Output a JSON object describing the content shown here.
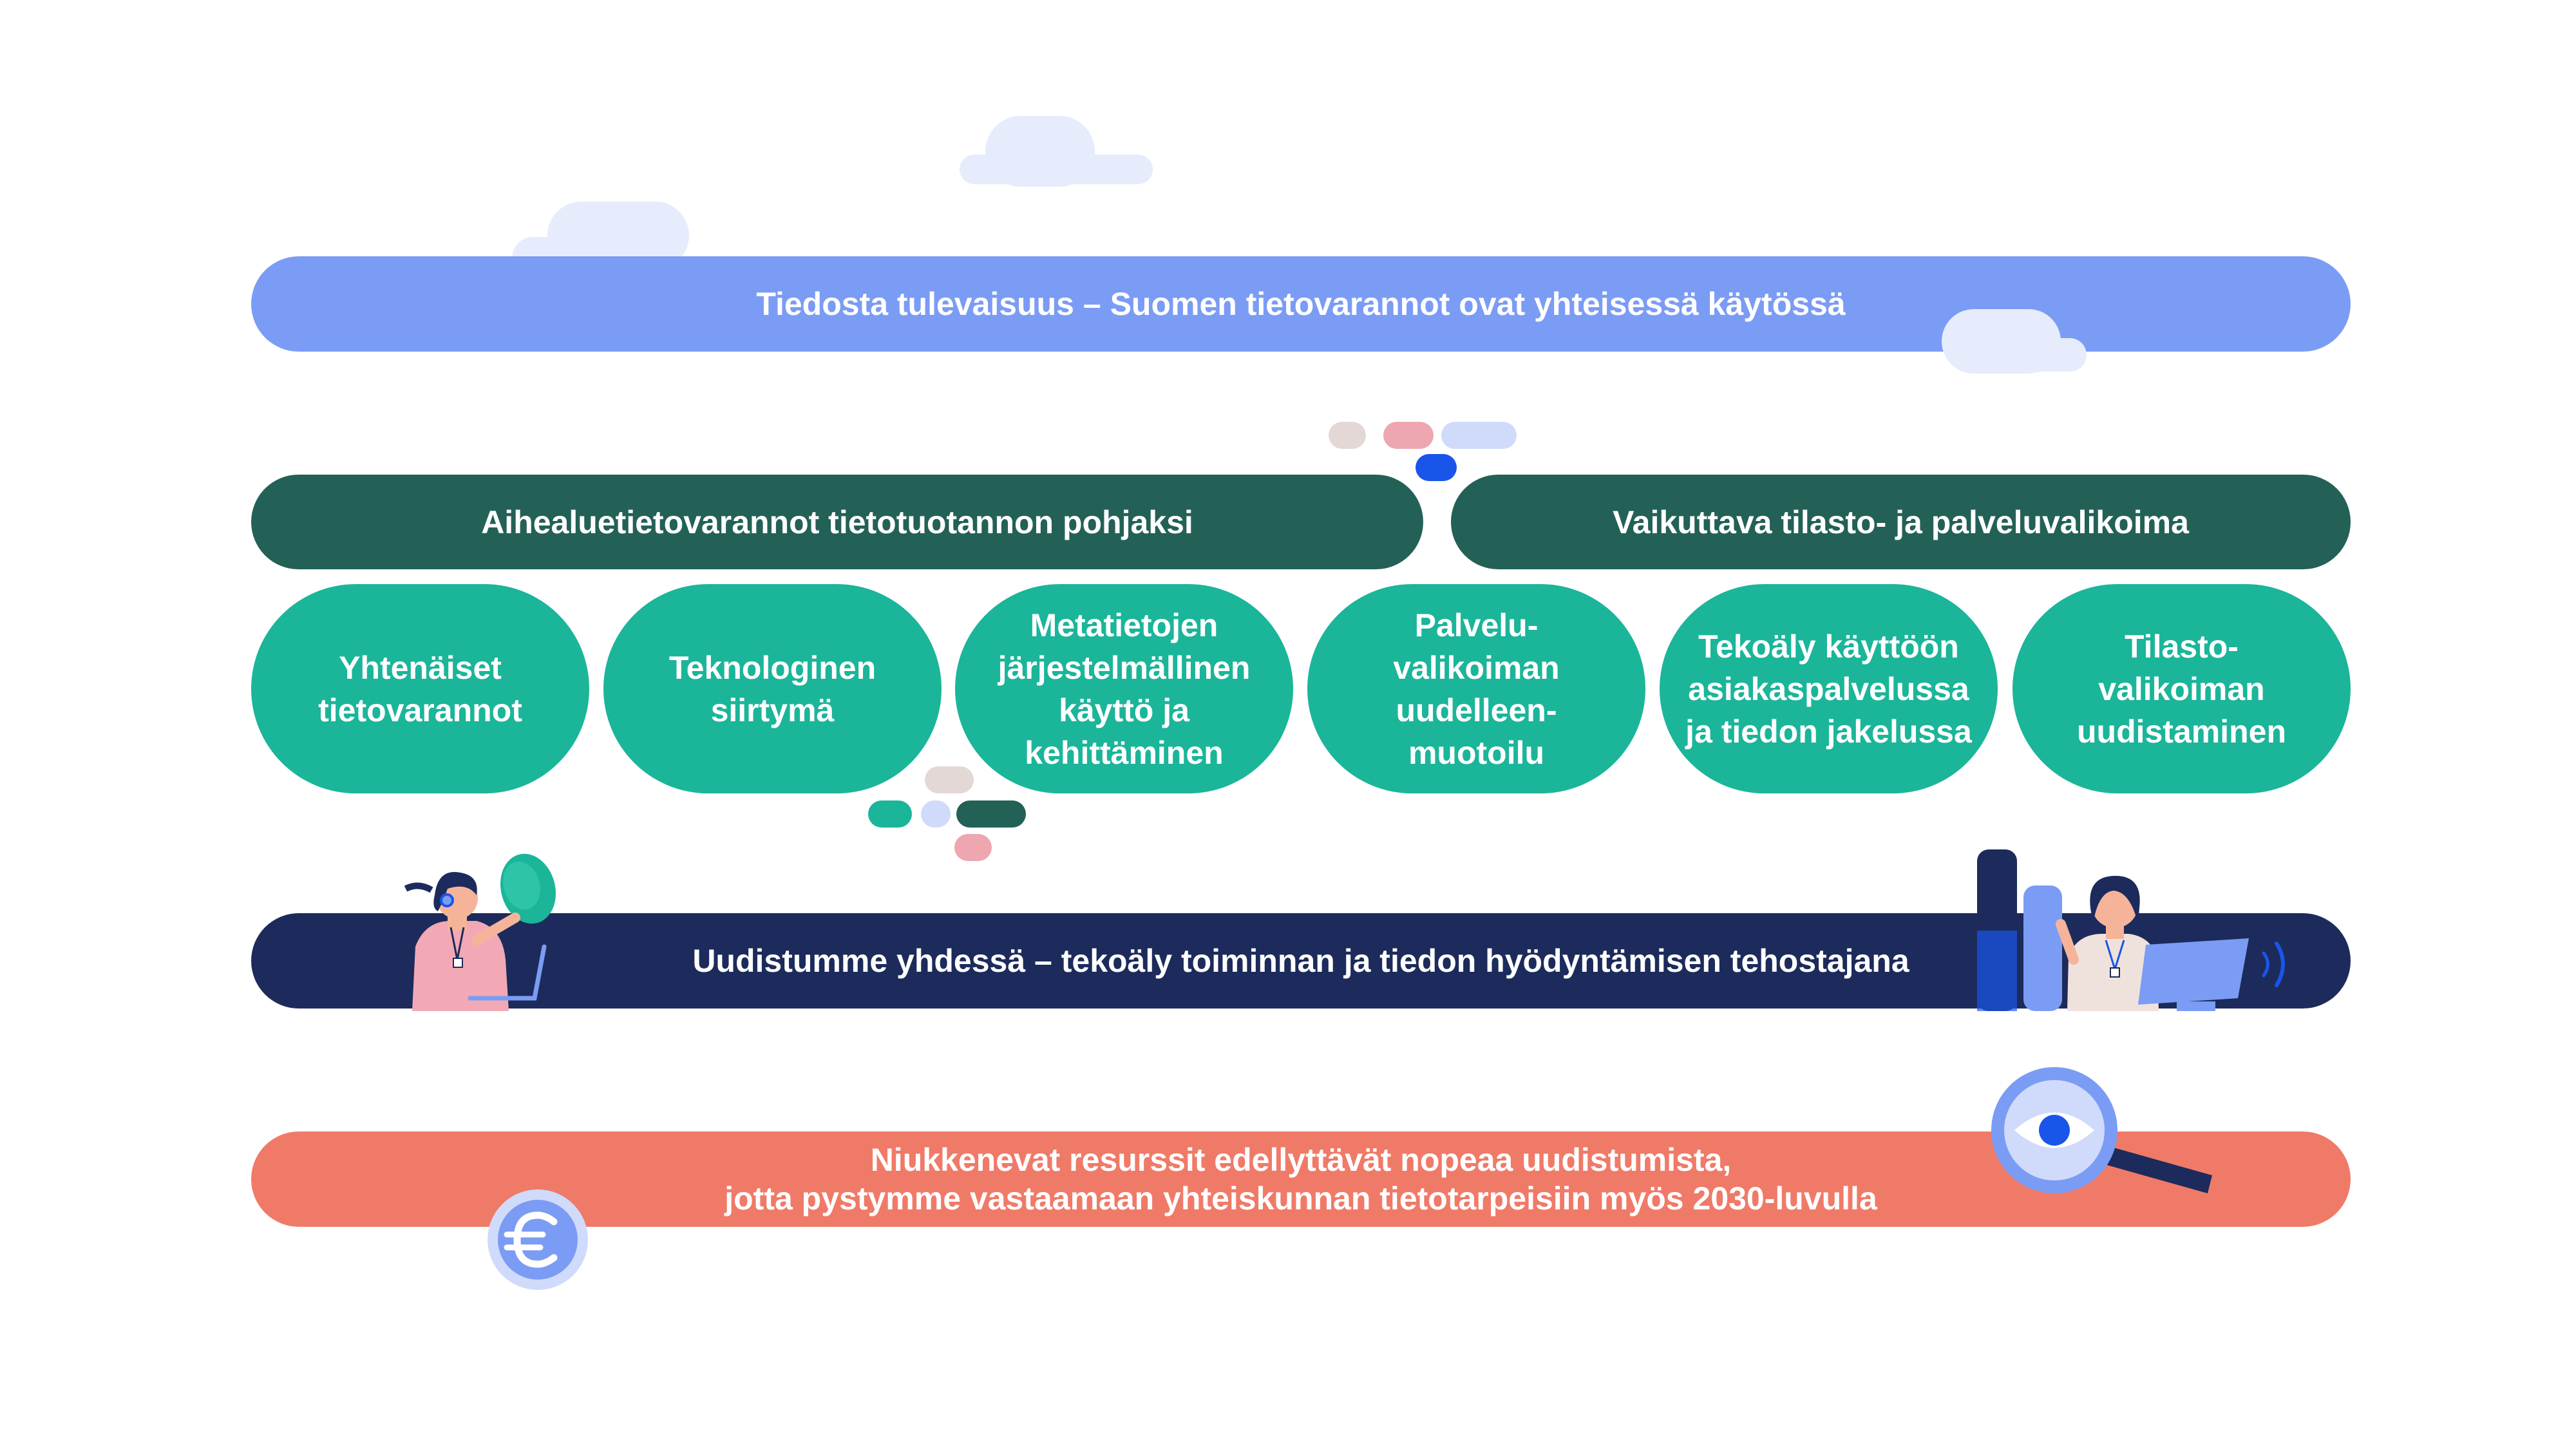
{
  "banner_top": {
    "text": "Tiedosta tulevaisuus – Suomen tietovarannot ovat yhteisessä käytössä"
  },
  "sections": [
    {
      "label": "Aihealuetietovarannot tietotuotannon pohjaksi"
    },
    {
      "label": "Vaikuttava tilasto- ja palveluvalikoima"
    }
  ],
  "pillars": [
    {
      "label": "Yhtenäiset\ntietovarannot"
    },
    {
      "label": "Teknologinen\nsiirtymä"
    },
    {
      "label": "Metatietojen\njärjestelmällinen\nkäyttö ja\nkehittäminen"
    },
    {
      "label": "Palvelu-\nvalikoiman\nuudelleen-\nmuotoilu"
    },
    {
      "label": "Tekoäly käyttöön\nasiakaspalvelussa\nja tiedon jakelussa"
    },
    {
      "label": "Tilasto-\nvalikoiman\nuudistaminen"
    }
  ],
  "banner_middle": {
    "text": "Uudistumme yhdessä – tekoäly toiminnan ja tiedon hyödyntämisen tehostajana"
  },
  "banner_bottom": {
    "line1": "Niukkenevat resurssit edellyttävät nopeaa uudistumista,",
    "line2": "jotta pystymme vastaamaan yhteiskunnan tietotarpeisiin myös 2030-luvulla"
  },
  "colors": {
    "top_banner": "#7b9cf4",
    "section_header": "#236157",
    "pillar": "#1bb59a",
    "middle_banner": "#1c2b5b",
    "bottom_banner": "#f07a68",
    "cloud": "#e6ecfb"
  },
  "icons": [
    "cloud-icon",
    "person-laptop-icon",
    "person-computer-icon",
    "magnifier-eye-icon",
    "euro-coin-icon"
  ]
}
